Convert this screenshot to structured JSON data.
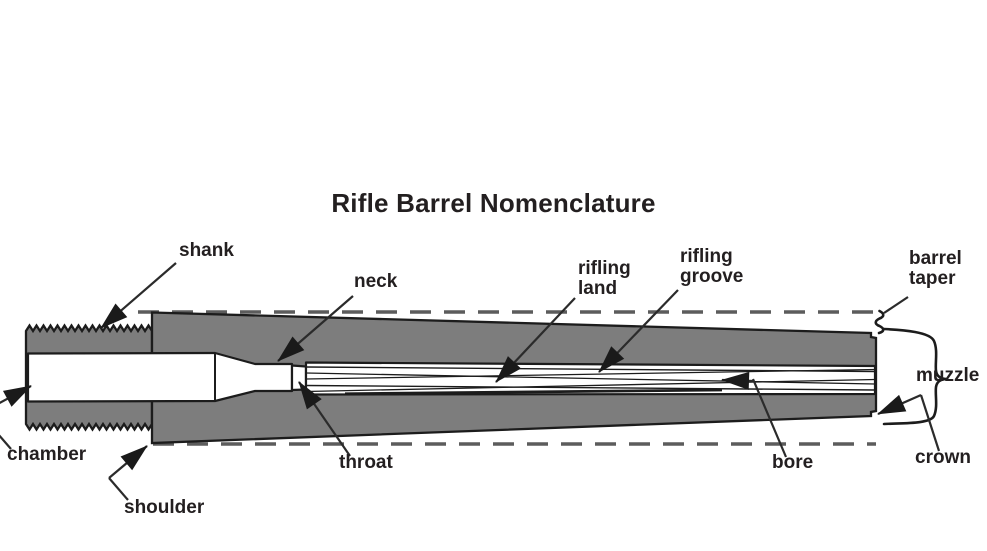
{
  "title": "Rifle Barrel Nomenclature",
  "labels": {
    "shank": "shank",
    "neck": "neck",
    "rifling_land": {
      "line1": "rifling",
      "line2": "land"
    },
    "rifling_groove": {
      "line1": "rifling",
      "line2": "groove"
    },
    "barrel_taper": {
      "line1": "barrel",
      "line2": "taper"
    },
    "muzzle": "muzzle",
    "chamber": "chamber",
    "shoulder": "shoulder",
    "throat": "throat",
    "bore": "bore",
    "crown": "crown"
  },
  "colors": {
    "barrel_gray": "#7d7d7d",
    "outline_black": "#1c1c1c",
    "dashed_gray": "#5c5c5c",
    "text_black": "#231f20",
    "background": "#ffffff"
  }
}
